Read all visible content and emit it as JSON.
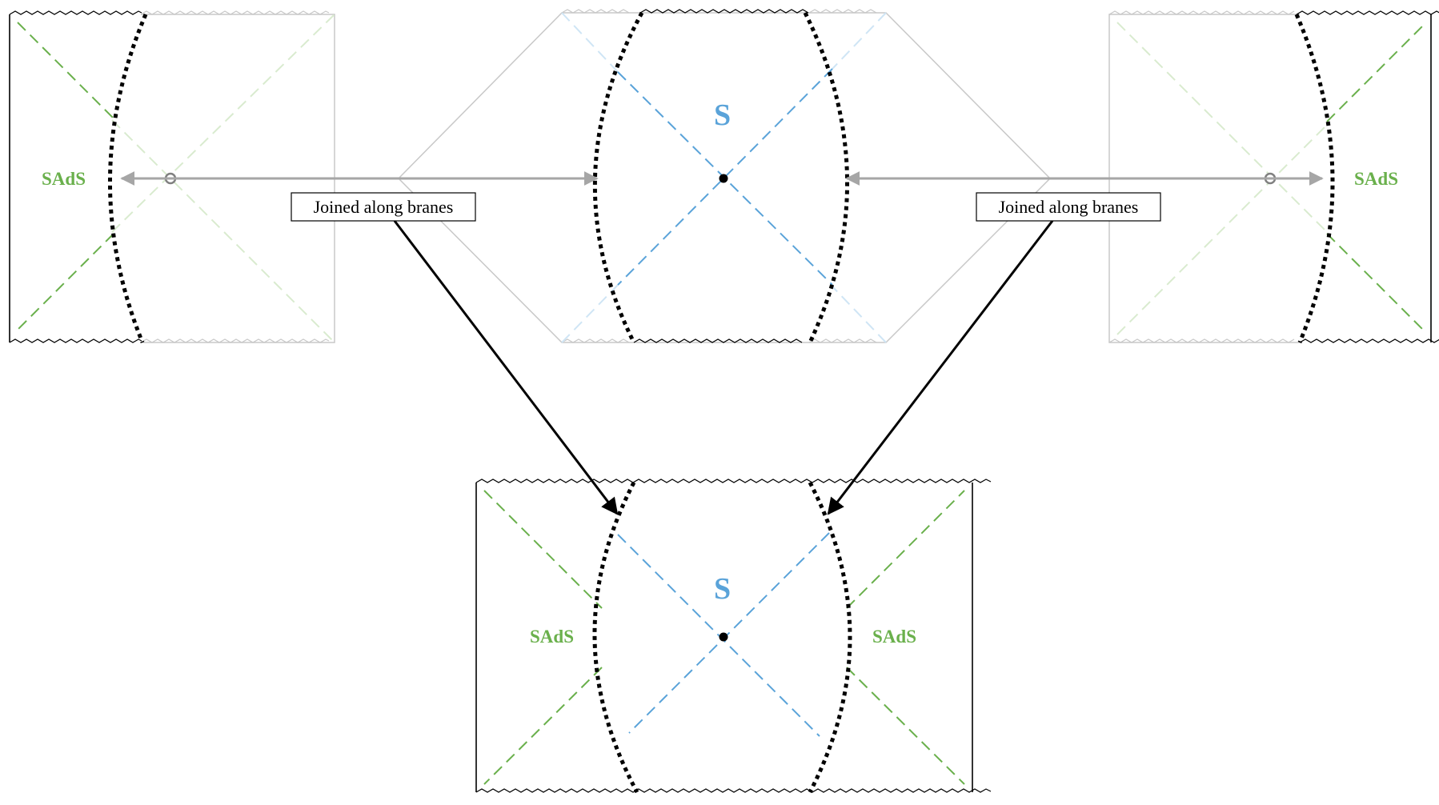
{
  "panels": {
    "left_region_label": "SAdS",
    "center_region_label": "S",
    "right_region_label": "SAdS"
  },
  "annotations": {
    "join_left": "Joined along branes",
    "join_right": "Joined along branes"
  },
  "result": {
    "left_region_label": "SAdS",
    "center_region_label": "S",
    "right_region_label": "SAdS"
  },
  "colors": {
    "sads_green": "#6ab04c",
    "sads_green_faded": "#d9ebcf",
    "ds_blue": "#5aa3d9",
    "ds_blue_faded": "#cfe5f5",
    "brane": "#000000",
    "grey_arrow": "#a6a6a6",
    "faded_frame": "#c8c8c8"
  }
}
